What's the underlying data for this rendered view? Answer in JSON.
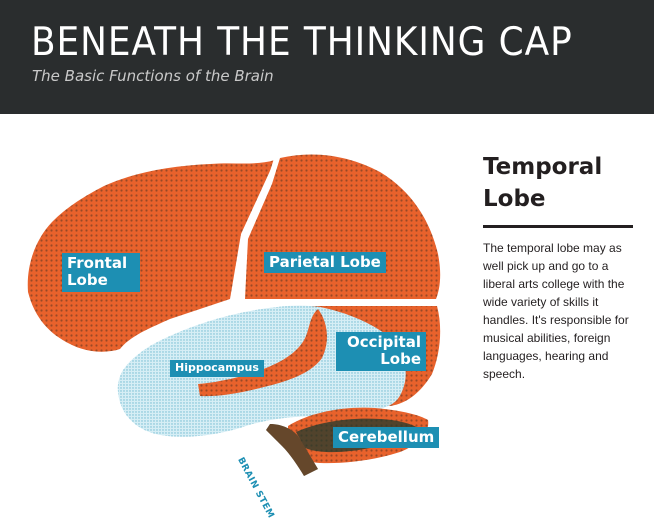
{
  "header": {
    "title": "BENEATH THE THINKING CAP",
    "subtitle": "The Basic Functions of the Brain"
  },
  "diagram": {
    "labels": {
      "frontal": "Frontal Lobe",
      "parietal": "Parietal Lobe",
      "occipital": "Occipital Lobe",
      "hippocampus": "Hippocampus",
      "cerebellum": "Cerebellum",
      "brain_stem": "BRAIN STEM"
    },
    "colors": {
      "lobe": "#e8622c",
      "temporal_lobe": "#d6eef5",
      "temporal_dots": "#1d8fb3",
      "texture": "#3a2a1f",
      "label_bg": "#1d8fb3",
      "dark_green": "#1f3a2c"
    }
  },
  "sidebar": {
    "title": "Temporal Lobe",
    "body": "The temporal lobe may as well pick up and go to a liberal arts college with the wide variety of skills it handles. It's responsible for musical abilities, foreign languages, hearing and speech."
  }
}
